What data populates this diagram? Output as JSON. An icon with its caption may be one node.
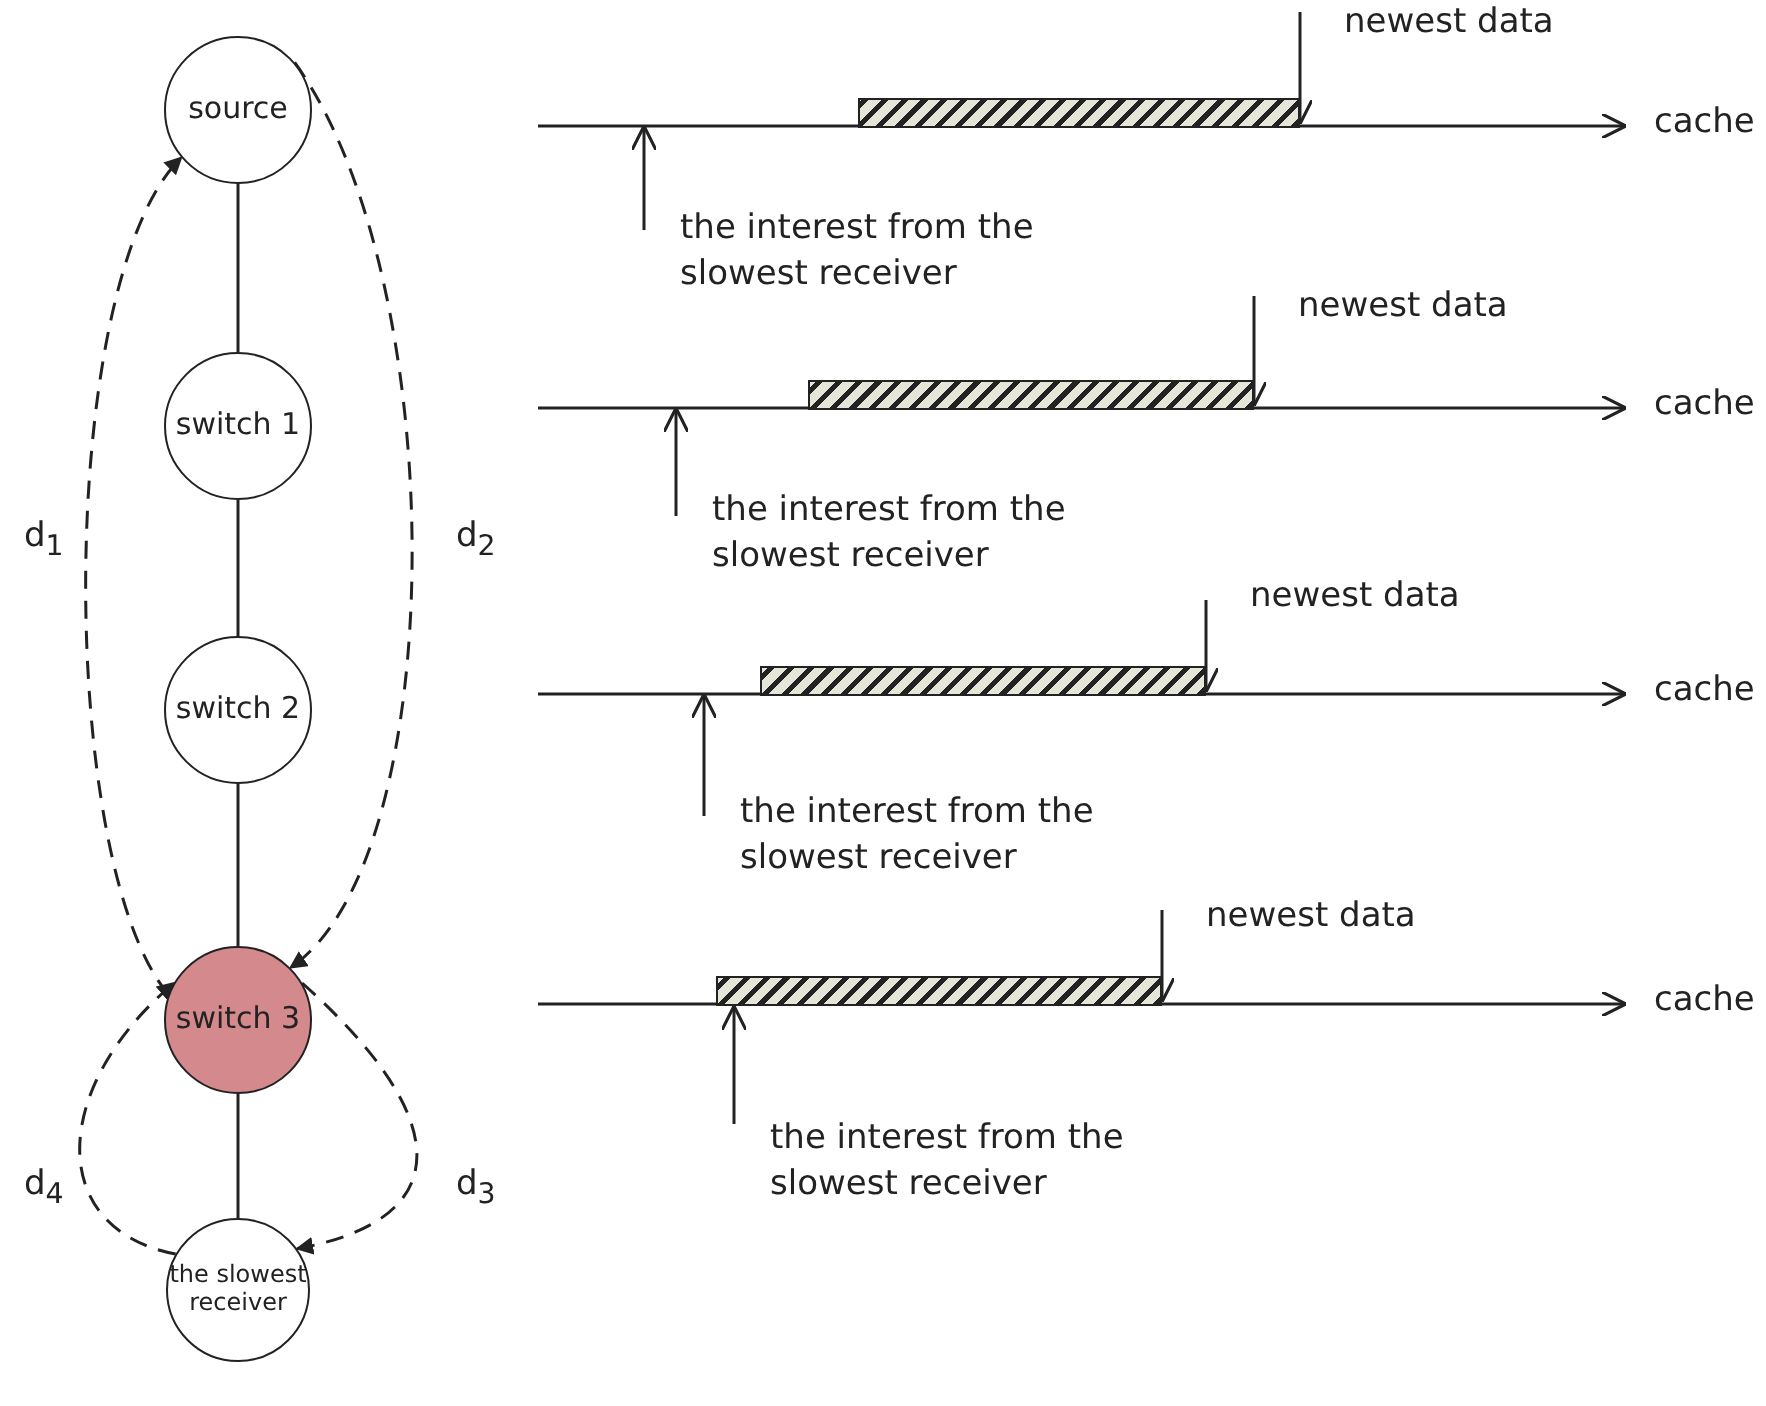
{
  "diagram": {
    "nodes": [
      {
        "text": [
          "source"
        ]
      },
      {
        "text": [
          "switch 1"
        ]
      },
      {
        "text": [
          "switch 2"
        ]
      },
      {
        "text": [
          "switch 3"
        ]
      },
      {
        "text": [
          "the slowest receiver"
        ]
      },
      {
        "text": [
          "newest data"
        ]
      },
      {
        "text": [],
        "shape": "bar"
      },
      {
        "text": [
          "the interest from the slowest receiver"
        ]
      },
      {
        "text": [
          "newest data"
        ]
      },
      {
        "text": [],
        "shape": "bar"
      },
      {
        "text": [
          "the interest from the slowest receiver"
        ]
      },
      {
        "text": [
          "newest data"
        ]
      },
      {
        "text": [],
        "shape": "bar"
      },
      {
        "text": [
          "the interest from the slowest receiver"
        ]
      },
      {
        "text": [
          "newest data"
        ]
      },
      {
        "text": [],
        "shape": "bar"
      },
      {
        "text": [
          "the interest from the slowest receiver"
        ]
      }
    ],
    "edges": [
      {
        "from": 0,
        "to": 1,
        "arrow": "none"
      },
      {
        "from": 1,
        "to": 2,
        "arrow": "none"
      },
      {
        "from": 2,
        "to": 3,
        "arrow": "none"
      },
      {
        "from": 3,
        "to": 4,
        "arrow": "none"
      },
      {
        "from": 3,
        "to": 0,
        "arrow": "to",
        "label": "d$_{1}$",
        "style": "dashed"
      },
      {
        "from": 0,
        "to": 3,
        "arrow": "to",
        "label": "d$_{2}$",
        "style": "dashed"
      },
      {
        "from": 3,
        "to": 4,
        "arrow": "to",
        "label": "d$_{3}$",
        "style": "dashed"
      },
      {
        "from": 4,
        "to": 3,
        "arrow": "to",
        "label": "d$_{4}$",
        "style": "dashed"
      },
      {
        "from": 5,
        "to": 6,
        "arrow": "to"
      },
      {
        "from": 7,
        "to": null,
        "arrow": "to"
      },
      {
        "from": 8,
        "to": 9,
        "arrow": "to"
      },
      {
        "from": 10,
        "to": null,
        "arrow": "to"
      },
      {
        "from": 11,
        "to": 12,
        "arrow": "to"
      },
      {
        "from": 13,
        "to": null,
        "arrow": "to"
      },
      {
        "from": 14,
        "to": 15,
        "arrow": "to"
      },
      {
        "from": 16,
        "to": 15,
        "arrow": "to"
      }
    ],
    "labels": [
      "cache",
      "cache",
      "cache",
      "cache"
    ]
  }
}
